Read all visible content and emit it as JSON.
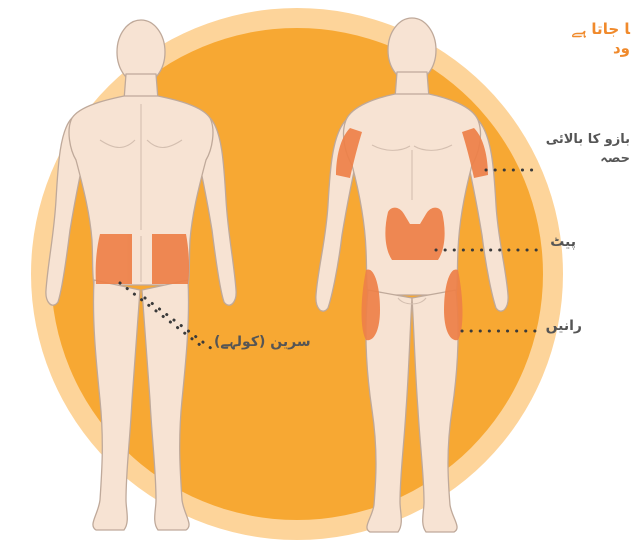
{
  "title": {
    "line1": "ﺎ ﺟﺎﺗﺎ ﮨﮯ",
    "line2": "ﻭﺩ"
  },
  "labels": {
    "upper_arm_line1": "بازو کا بالائی",
    "upper_arm_line2": "حصہ",
    "abdomen": "پیٹ",
    "thighs": "رانیں",
    "buttocks": "سرین (کولہے)"
  },
  "colors": {
    "circle_outer": "#FDD49A",
    "circle_inner": "#F7A833",
    "skin": "#F7E3D3",
    "skin_outline": "#BFA99A",
    "injection_site": "#EE8048",
    "title_text": "#F08A2C",
    "label_text": "#555555",
    "leader_dots": "#3A3A3A"
  }
}
